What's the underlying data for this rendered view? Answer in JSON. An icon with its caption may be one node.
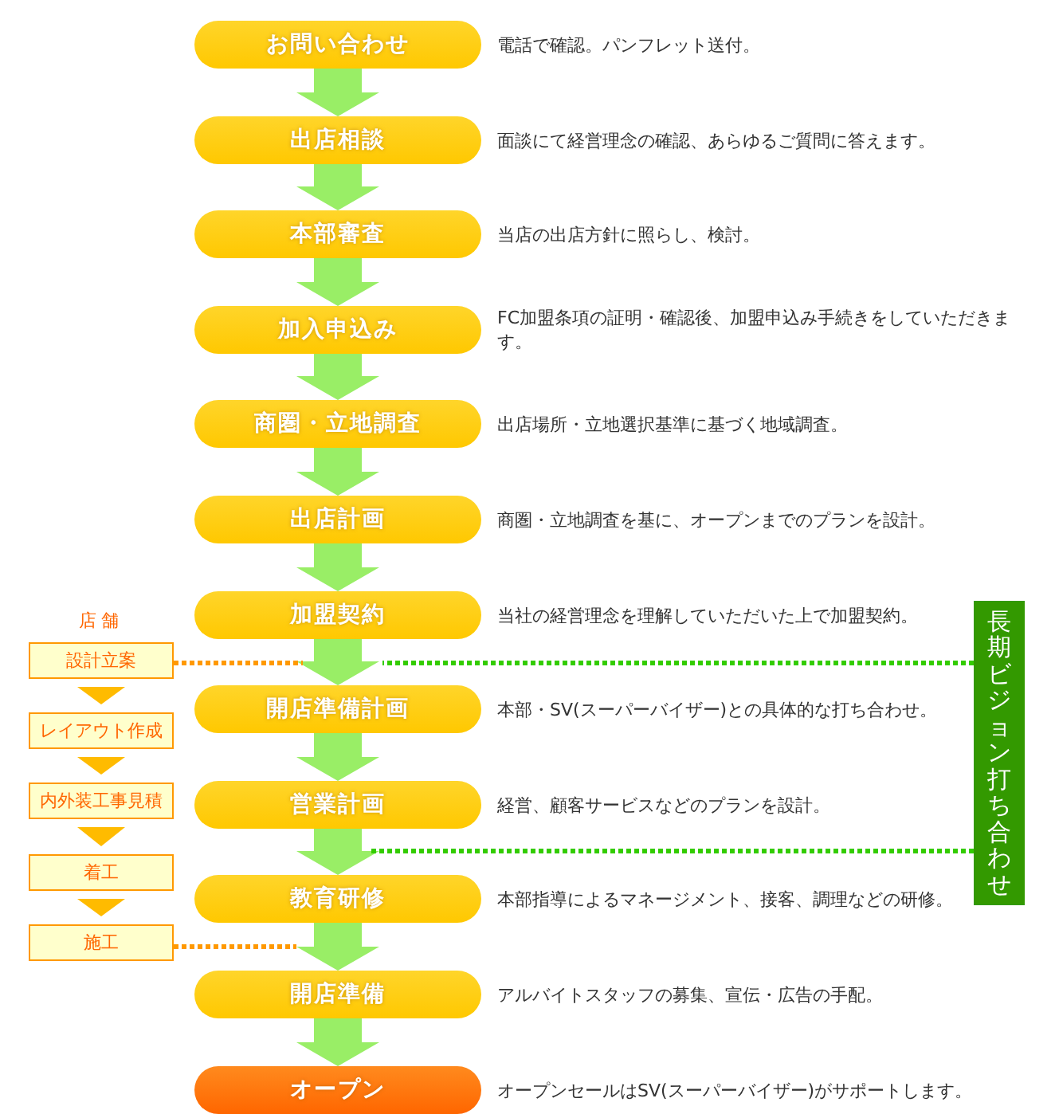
{
  "diagram": {
    "nodes": [
      {
        "text": [
          "お問い合わせ"
        ],
        "beside": [
          "電話で確認。パンフレット送付。"
        ]
      },
      {
        "text": [
          "出店相談"
        ],
        "beside": [
          "面談にて経営理念の確認、あらゆるご質問に答えます。"
        ]
      },
      {
        "text": [
          "本部審査"
        ],
        "beside": [
          "当店の出店方針に照らし、検討。"
        ]
      },
      {
        "text": [
          "加入申込み"
        ],
        "beside": [
          "FC加盟条項の証明・確認後、加盟申込み手続きをしていただきます。"
        ]
      },
      {
        "text": [
          "商圏・立地調査"
        ],
        "beside": [
          "出店場所・立地選択基準に基づく地域調査。"
        ]
      },
      {
        "text": [
          "出店計画"
        ],
        "beside": [
          "商圏・立地調査を基に、オープンまでのプランを設計。"
        ]
      },
      {
        "text": [
          "加盟契約"
        ],
        "beside": [
          "当社の経営理念を理解していただいた上で加盟契約。"
        ]
      },
      {
        "text": [
          "開店準備計画"
        ],
        "beside": [
          "本部・SV(スーパーバイザー)との具体的な打ち合わせ。"
        ]
      },
      {
        "text": [
          "営業計画"
        ],
        "beside": [
          "経営、顧客サービスなどのプランを設計。"
        ]
      },
      {
        "text": [
          "教育研修"
        ],
        "beside": [
          "本部指導によるマネージメント、接客、調理などの研修。"
        ]
      },
      {
        "text": [
          "開店準備"
        ],
        "beside": [
          "アルバイトスタッフの募集、宣伝・広告の手配。"
        ]
      },
      {
        "text": [
          "オープン"
        ],
        "beside": [
          "オープンセールはSV(スーパーバイザー)がサポートします。"
        ]
      },
      {
        "text": [
          "設計立案"
        ]
      },
      {
        "text": [
          "レイアウト作成"
        ]
      },
      {
        "text": [
          "内外装工事見積"
        ]
      },
      {
        "text": [
          "着工"
        ]
      },
      {
        "text": [
          "施工"
        ]
      },
      {
        "text": [
          "長期ビジョン打ち合わせ"
        ]
      }
    ],
    "edges": [
      {
        "from": 0,
        "to": 1,
        "arrow": "to"
      },
      {
        "from": 1,
        "to": 2,
        "arrow": "to"
      },
      {
        "from": 2,
        "to": 3,
        "arrow": "to"
      },
      {
        "from": 3,
        "to": 4,
        "arrow": "to"
      },
      {
        "from": 4,
        "to": 5,
        "arrow": "to"
      },
      {
        "from": 5,
        "to": 6,
        "arrow": "to"
      },
      {
        "from": 6,
        "to": 7,
        "arrow": "to"
      },
      {
        "from": 7,
        "to": 8,
        "arrow": "to"
      },
      {
        "from": 8,
        "to": 9,
        "arrow": "to"
      },
      {
        "from": 9,
        "to": 10,
        "arrow": "to"
      },
      {
        "from": 10,
        "to": 11,
        "arrow": "to"
      },
      {
        "from": 12,
        "to": 13,
        "arrow": "to"
      },
      {
        "from": 13,
        "to": 14,
        "arrow": "to"
      },
      {
        "from": 14,
        "to": 15,
        "arrow": "to"
      },
      {
        "from": 15,
        "to": 16,
        "arrow": "to"
      },
      {
        "from": 12,
        "to": null,
        "arrow": "none",
        "style": "dashed",
        "color": "#ff9900"
      },
      {
        "from": 16,
        "to": null,
        "arrow": "none",
        "style": "dashed",
        "color": "#ff9900"
      },
      {
        "from": 17,
        "to": null,
        "arrow": "none",
        "style": "dashed",
        "color": "#33cc00"
      },
      {
        "from": 17,
        "to": null,
        "arrow": "none",
        "style": "dashed",
        "color": "#33cc00"
      }
    ],
    "labels": [
      "店舗"
    ]
  }
}
